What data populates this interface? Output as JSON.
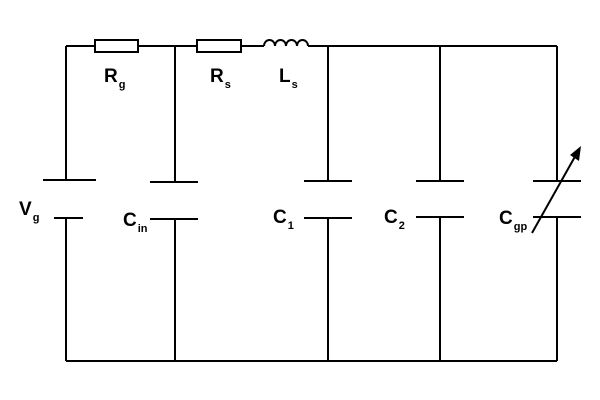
{
  "labels": {
    "rg": {
      "main": "R",
      "sub": "g"
    },
    "rs": {
      "main": "R",
      "sub": "s"
    },
    "ls": {
      "main": "L",
      "sub": "s"
    },
    "vg": {
      "main": "V",
      "sub": "g"
    },
    "cin": {
      "main": "C",
      "sub": "in"
    },
    "c1": {
      "main": "C",
      "sub": "1"
    },
    "c2": {
      "main": "C",
      "sub": "2"
    },
    "cgp": {
      "main": "C",
      "sub": "gp"
    }
  }
}
